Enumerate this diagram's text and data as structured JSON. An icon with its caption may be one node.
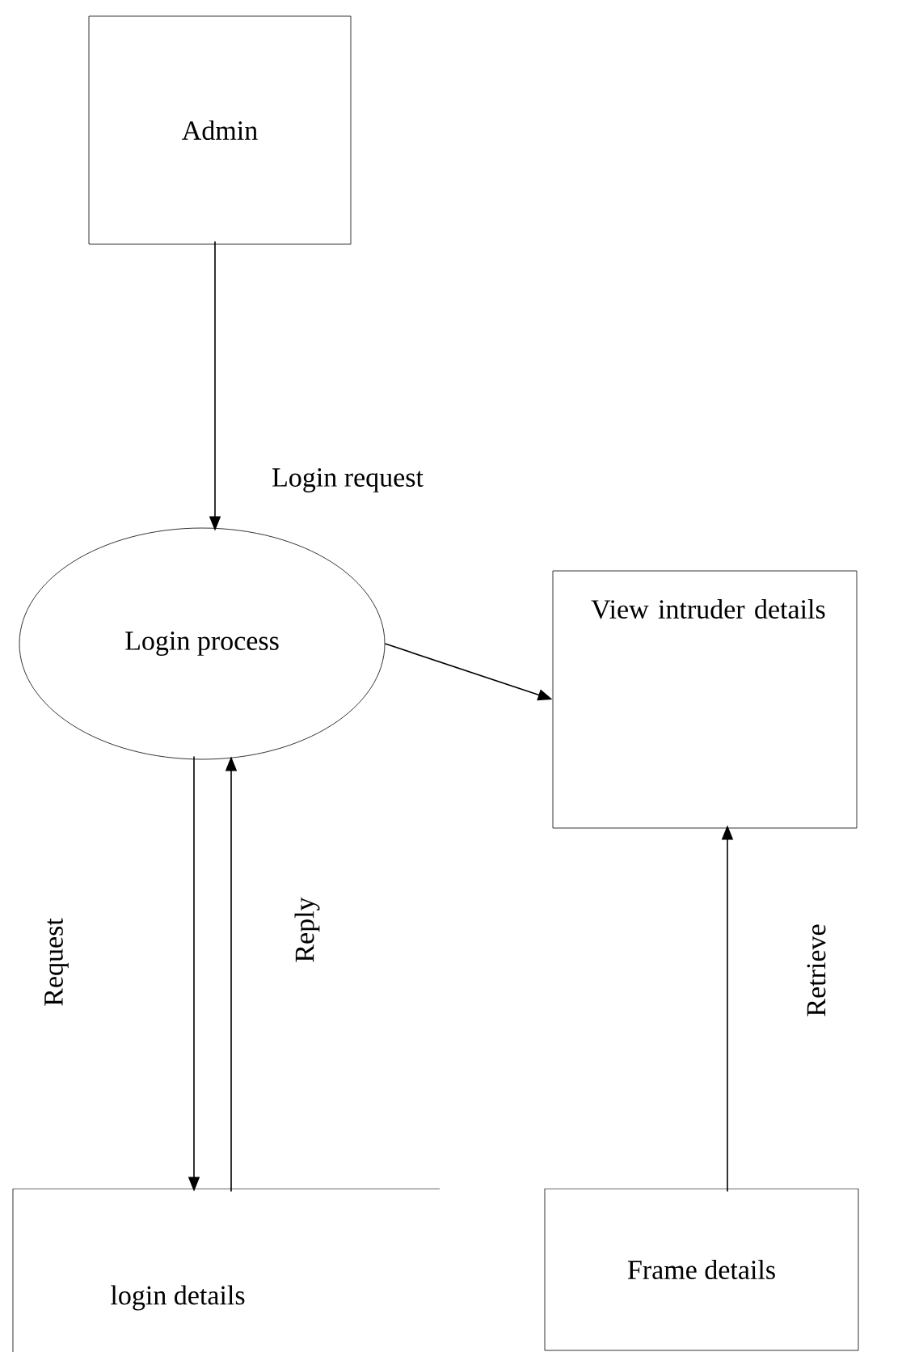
{
  "diagram": {
    "nodes": [
      {
        "text": [
          "Admin"
        ]
      },
      {
        "text": [
          "Login process"
        ]
      },
      {
        "text": [
          "View intruder details"
        ]
      },
      {
        "text": [
          "login details"
        ]
      },
      {
        "text": [
          "Frame details"
        ]
      }
    ],
    "edges": [
      {
        "from": 0,
        "to": 1,
        "arrow": "to",
        "label": "Login request"
      },
      {
        "from": 1,
        "to": 2,
        "arrow": "to"
      },
      {
        "from": 1,
        "to": 3,
        "arrow": "to",
        "label": "Request"
      },
      {
        "from": 3,
        "to": 1,
        "arrow": "to",
        "label": "Reply"
      },
      {
        "from": 4,
        "to": 2,
        "arrow": "to",
        "label": "Retrieve"
      }
    ]
  }
}
